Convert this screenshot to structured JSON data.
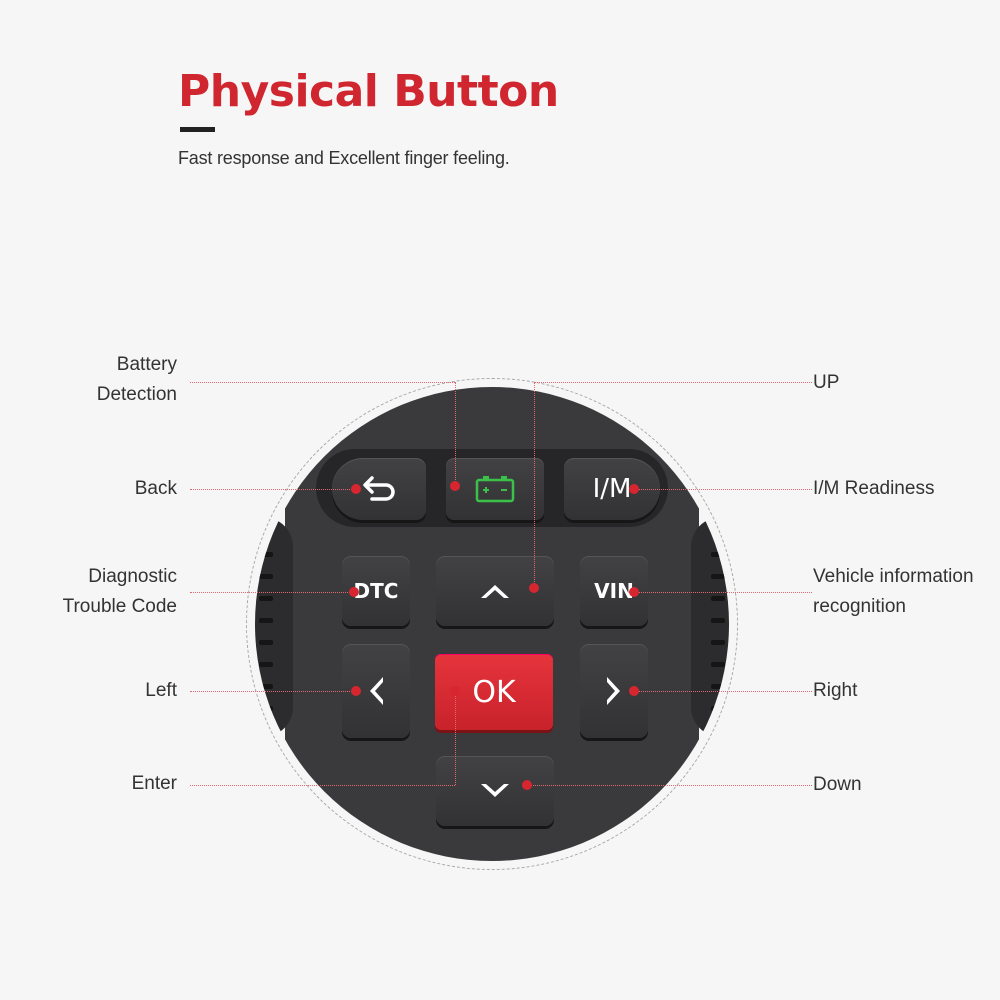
{
  "header": {
    "title": "Physical Button",
    "subtitle": "Fast response and Excellent finger feeling."
  },
  "keys": {
    "back": "⮌",
    "im": "I/M",
    "dtc": "DTC",
    "vin": "VIN",
    "ok": "OK"
  },
  "labels": {
    "battery_line1": "Battery",
    "battery_line2": "Detection",
    "back": "Back",
    "dtc_line1": "Diagnostic",
    "dtc_line2": "Trouble Code",
    "left": "Left",
    "enter": "Enter",
    "up": "UP",
    "im": "I/M Readiness",
    "vin_line1": "Vehicle information",
    "vin_line2": "recognition",
    "right": "Right",
    "down": "Down"
  },
  "colors": {
    "accent": "#d0262f",
    "battery_icon": "#3bc14a",
    "ok_key": "#e02c35"
  }
}
